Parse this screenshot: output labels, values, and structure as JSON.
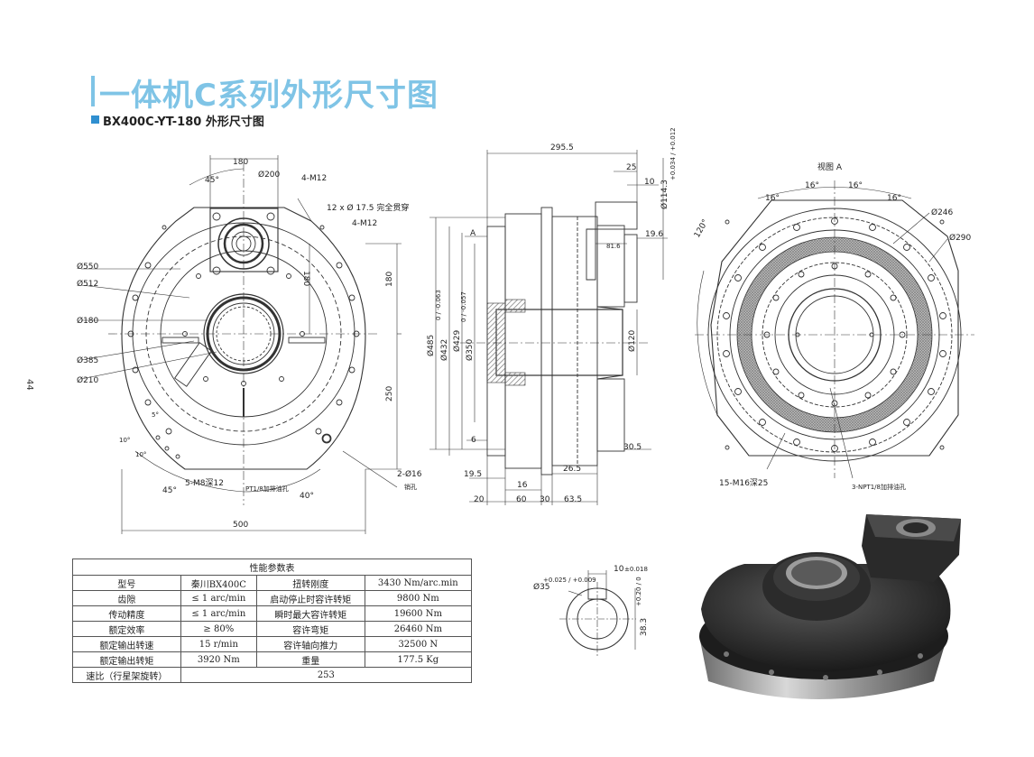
{
  "page": {
    "title": "一体机C系列外形尺寸图",
    "subtitle": "BX400C-YT-180  外形尺寸图",
    "page_number": "44"
  },
  "front_view": {
    "dims": {
      "d180_top": "180",
      "d200": "Ø200",
      "m12_a": "4-M12",
      "deg45_top": "45°",
      "through_holes": "12 x Ø 17.5 完全贯穿",
      "m12_b": "4-M12",
      "d550": "Ø550",
      "d512": "Ø512",
      "d180": "Ø180",
      "d385": "Ø385",
      "d210": "Ø210",
      "v180": "180",
      "v180_right": "180",
      "v250": "250",
      "deg5": "5°",
      "deg10a": "10°",
      "deg10b": "10°",
      "deg45_bottom": "45°",
      "deg40": "40°",
      "m8": "5-M8深12",
      "pt18": "PT1/8加排油孔",
      "pin": "2-Ø16",
      "pin_label": "销孔",
      "w500": "500"
    }
  },
  "side_view": {
    "dims": {
      "w295": "295.5",
      "d25": "25",
      "d10": "10",
      "d1143": "Ø114.3",
      "tol1143": "+0.034 / +0.012",
      "d196": "19.6",
      "d81": "81.6",
      "label_a": "A",
      "d485": "Ø485",
      "d432": "Ø432",
      "tol432": "0 / -0.063",
      "d429": "Ø429",
      "d350": "Ø350",
      "tol350": "0 / -0.057",
      "d120": "Ø120",
      "d6": "6",
      "d305": "30.5",
      "d265": "26.5",
      "d195": "19.5",
      "d16": "16",
      "d20": "20",
      "d60": "60",
      "d30": "30",
      "d635": "63.5"
    }
  },
  "view_a": {
    "dims": {
      "title": "视图 A",
      "deg16a": "16°",
      "deg16b": "16°",
      "deg16c": "16°",
      "deg16d": "16°",
      "deg120": "120°",
      "d246": "Ø246",
      "d290": "Ø290",
      "m16": "15-M16深25",
      "npt": "3-NPT1/8加排油孔"
    }
  },
  "shaft_detail": {
    "dims": {
      "d35": "Ø35",
      "tol35": "+0.025 / +0.009",
      "key10": "10",
      "tol10": "±0.018",
      "h383": "38.3",
      "tol383": "+0.20 / 0"
    }
  },
  "param_table": {
    "caption": "性能参数表",
    "rows": [
      [
        "型号",
        "秦川BX400C",
        "扭转刚度",
        "3430 Nm/arc.min"
      ],
      [
        "齿隙",
        "≤ 1 arc/min",
        "启动停止时容许转矩",
        "9800 Nm"
      ],
      [
        "传动精度",
        "≤ 1 arc/min",
        "瞬时最大容许转矩",
        "19600 Nm"
      ],
      [
        "额定效率",
        "≥ 80%",
        "容许弯矩",
        "26460 Nm"
      ],
      [
        "额定输出转速",
        "15 r/min",
        "容许轴向推力",
        "32500 N"
      ],
      [
        "额定输出转矩",
        "3920 Nm",
        "重量",
        "177.5 Kg"
      ]
    ],
    "last_row": {
      "label": "速比（行星架旋转）",
      "value": "253"
    }
  },
  "colors": {
    "title": "#7fc4e6",
    "accent_square": "#2f8fd0",
    "line": "#333333",
    "hatch": "#8a8a8a"
  }
}
